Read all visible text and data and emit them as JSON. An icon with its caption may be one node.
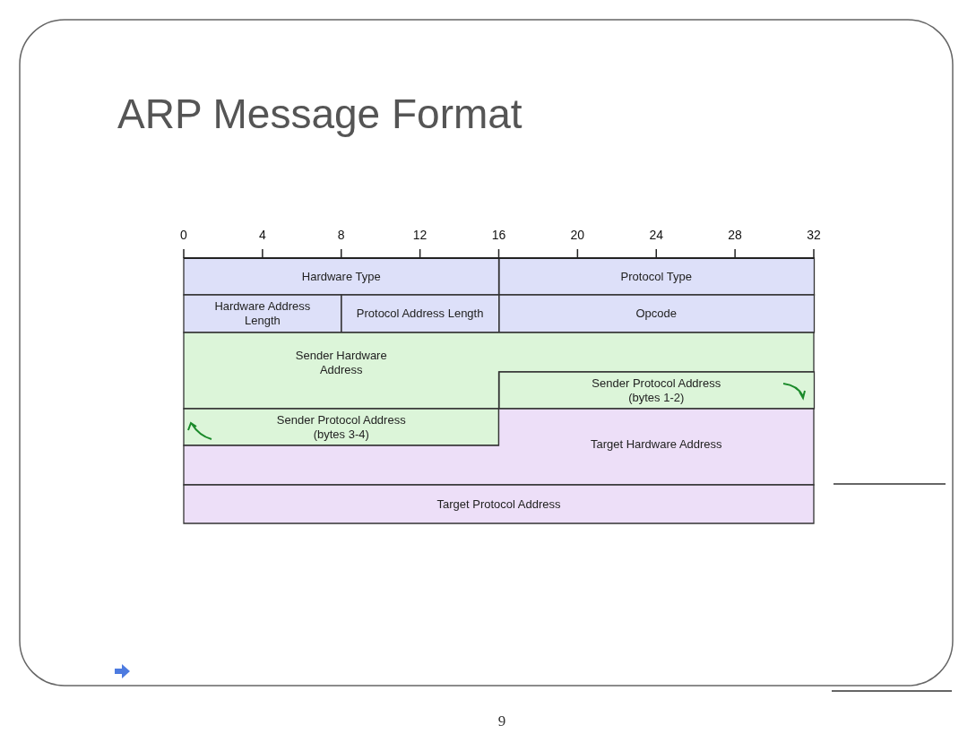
{
  "diagram": {
    "title": "ARP Message Format",
    "nodes": [
      {
        "text": [
          "Hardware Type"
        ]
      },
      {
        "text": [
          "Protocol Type"
        ]
      },
      {
        "text": [
          "Hardware Address Length"
        ]
      },
      {
        "text": [
          "Protocol Address Length"
        ]
      },
      {
        "text": [
          "Opcode"
        ]
      },
      {
        "text": [
          "Sender Hardware Address"
        ]
      },
      {
        "text": [
          "Sender Protocol Address (bytes 1-2)"
        ]
      },
      {
        "text": [
          "Sender Protocol Address (bytes 3-4)"
        ]
      },
      {
        "text": [
          "Target Hardware Address"
        ]
      },
      {
        "text": [
          "Target Protocol Address"
        ]
      }
    ],
    "labels": [
      "0",
      "4",
      "8",
      "12",
      "16",
      "20",
      "24",
      "28",
      "32",
      "9"
    ]
  }
}
